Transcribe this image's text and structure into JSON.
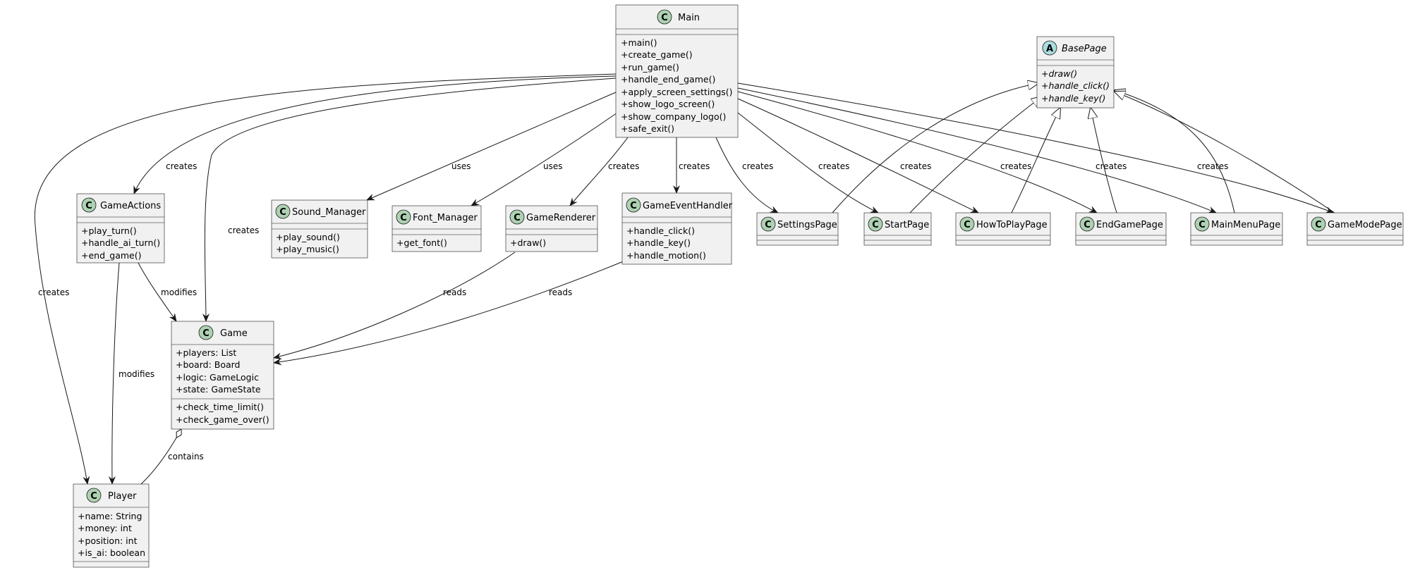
{
  "classes": {
    "main": {
      "name": "Main",
      "kind": "C",
      "methods": [
        "+main()",
        "+create_game()",
        "+run_game()",
        "+handle_end_game()",
        "+apply_screen_settings()",
        "+show_logo_screen()",
        "+show_company_logo()",
        "+safe_exit()"
      ]
    },
    "basepage": {
      "name": "BasePage",
      "kind": "A",
      "methods": [
        "+draw()",
        "+handle_click()",
        "+handle_key()"
      ]
    },
    "gameactions": {
      "name": "GameActions",
      "kind": "C",
      "methods": [
        "+play_turn()",
        "+handle_ai_turn()",
        "+end_game()"
      ]
    },
    "soundmanager": {
      "name": "Sound_Manager",
      "kind": "C",
      "methods": [
        "+play_sound()",
        "+play_music()"
      ]
    },
    "fontmanager": {
      "name": "Font_Manager",
      "kind": "C",
      "methods": [
        "+get_font()"
      ]
    },
    "gamerenderer": {
      "name": "GameRenderer",
      "kind": "C",
      "methods": [
        "+draw()"
      ]
    },
    "gameeventhandler": {
      "name": "GameEventHandler",
      "kind": "C",
      "methods": [
        "+handle_click()",
        "+handle_key()",
        "+handle_motion()"
      ]
    },
    "settingspage": {
      "name": "SettingsPage",
      "kind": "C",
      "methods": []
    },
    "startpage": {
      "name": "StartPage",
      "kind": "C",
      "methods": []
    },
    "howtoplaypage": {
      "name": "HowToPlayPage",
      "kind": "C",
      "methods": []
    },
    "endgamepage": {
      "name": "EndGamePage",
      "kind": "C",
      "methods": []
    },
    "mainmenupage": {
      "name": "MainMenuPage",
      "kind": "C",
      "methods": []
    },
    "gamemodepage": {
      "name": "GameModePage",
      "kind": "C",
      "methods": []
    },
    "game": {
      "name": "Game",
      "kind": "C",
      "fields": [
        "+players: List",
        "+board: Board",
        "+logic: GameLogic",
        "+state: GameState"
      ],
      "methods": [
        "+check_time_limit()",
        "+check_game_over()"
      ]
    },
    "player": {
      "name": "Player",
      "kind": "C",
      "fields": [
        "+name: String",
        "+money: int",
        "+position: int",
        "+is_ai: boolean"
      ]
    }
  },
  "relation_labels": {
    "creates": "creates",
    "uses": "uses",
    "modifies": "modifies",
    "reads": "reads",
    "contains": "contains"
  }
}
